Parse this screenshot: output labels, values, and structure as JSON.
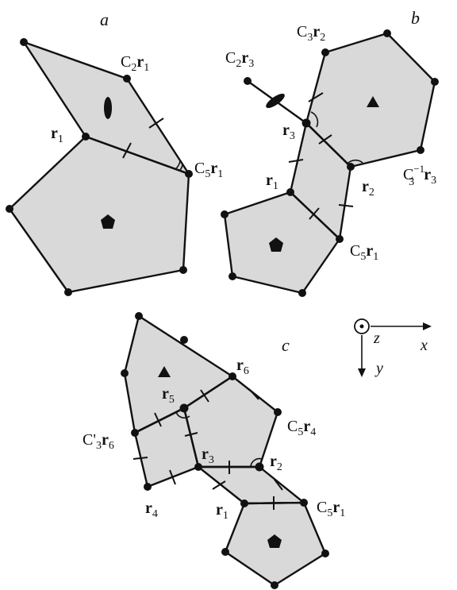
{
  "panels": {
    "a": {
      "title": "a",
      "labels": {
        "c2r1_c": "C",
        "c2r1_sub": "2",
        "c2r1_r": "r",
        "c2r1_i": "1",
        "r1_r": "r",
        "r1_i": "1",
        "c5r1_c": "C",
        "c5r1_sub": "5",
        "c5r1_r": "r",
        "c5r1_i": "1"
      }
    },
    "b": {
      "title": "b",
      "labels": {
        "c3r2_c": "C",
        "c3r2_sub": "3",
        "c3r2_r": "r",
        "c3r2_i": "2",
        "c2r3_c": "C",
        "c2r3_sub": "2",
        "c2r3_r": "r",
        "c2r3_i": "3",
        "r3_r": "r",
        "r3_i": "3",
        "r1_r": "r",
        "r1_i": "1",
        "r2_r": "r",
        "r2_i": "2",
        "c3inv_c": "C",
        "c3inv_sub": "3",
        "c3inv_sup": "−1",
        "c3inv_r": "r",
        "c3inv_i": "3",
        "c5r1_c": "C",
        "c5r1_sub": "5",
        "c5r1_r": "r",
        "c5r1_i": "1"
      }
    },
    "c": {
      "title": "c",
      "labels": {
        "r6_r": "r",
        "r6_i": "6",
        "r5_r": "r",
        "r5_i": "5",
        "c5r4_c": "C",
        "c5r4_sub": "5",
        "c5r4_r": "r",
        "c5r4_i": "4",
        "c3r6_c": "C'",
        "c3r6_sub": "3",
        "c3r6_r": "r",
        "c3r6_i": "6",
        "r3_r": "r",
        "r3_i": "3",
        "r2_r": "r",
        "r2_i": "2",
        "r4_r": "r",
        "r4_i": "4",
        "r1_r": "r",
        "r1_i": "1",
        "c5r1_c": "C",
        "c5r1_sub": "5",
        "c5r1_r": "r",
        "c5r1_i": "1"
      }
    }
  },
  "axes": {
    "x": "x",
    "y": "y",
    "z": "z"
  }
}
